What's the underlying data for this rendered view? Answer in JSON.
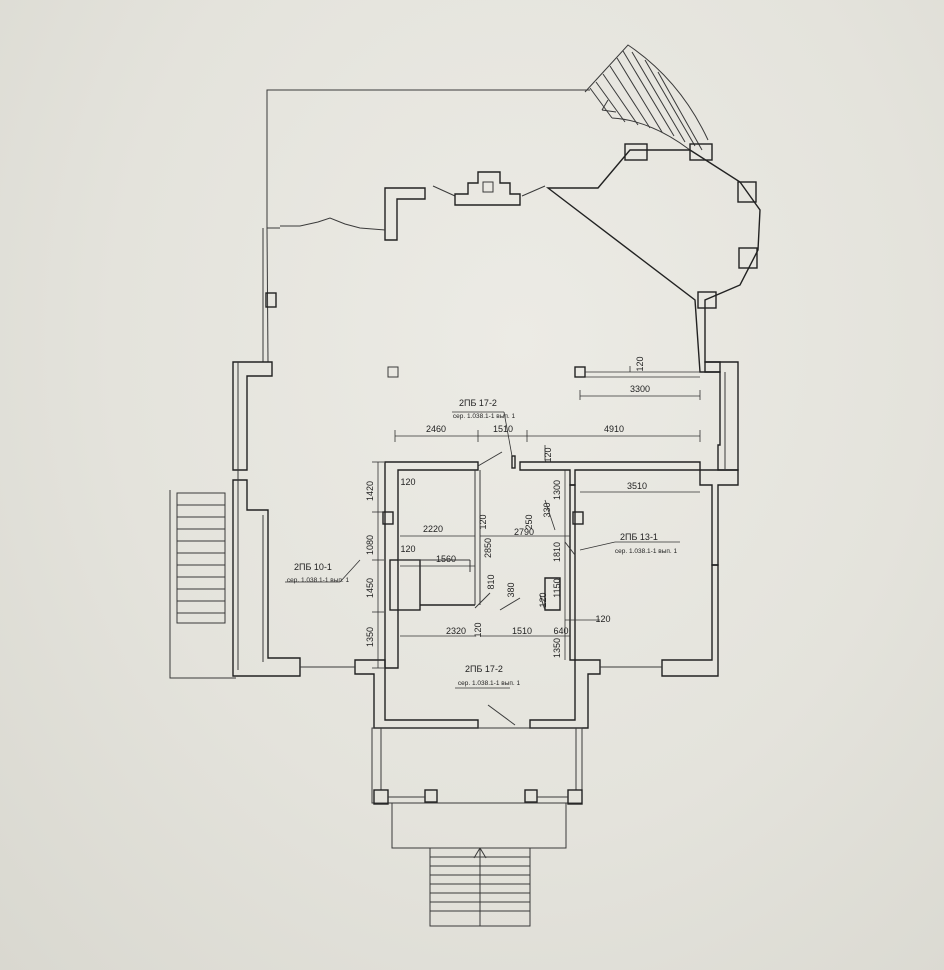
{
  "plan": {
    "labels": {
      "beam_top": "2ПБ 17-2",
      "beam_top_ser": "сер. 1.038.1-1 вып. 1",
      "beam_left": "2ПБ 10-1",
      "beam_left_ser": "сер. 1.038.1-1 вып. 1",
      "beam_right": "2ПБ 13-1",
      "beam_right_ser": "сер. 1.038.1-1 вып. 1",
      "beam_bottom": "2ПБ 17-2",
      "beam_bottom_ser": "сер. 1.038.1-1 вып. 1"
    },
    "dims": {
      "d120_a": "120",
      "d3300": "3300",
      "d2460": "2460",
      "d1510_top": "1510",
      "d4910": "4910",
      "d120_b": "120",
      "d1420": "1420",
      "d120_c": "120",
      "d1300": "1300",
      "d3510": "3510",
      "d330": "330",
      "d250": "250",
      "d2220": "2220",
      "d120_d": "120",
      "d2790": "2790",
      "d1080": "1080",
      "d120_e": "120",
      "d1560": "1560",
      "d2850": "2850",
      "d1810": "1810",
      "d1450": "1450",
      "d810": "810",
      "d380": "380",
      "d1150": "1150",
      "d120_f": "120",
      "d2320": "2320",
      "d120_g": "120",
      "d1510_bot": "1510",
      "d640": "640",
      "d120_h": "120",
      "d1350_l": "1350",
      "d1350_r": "1350"
    }
  }
}
